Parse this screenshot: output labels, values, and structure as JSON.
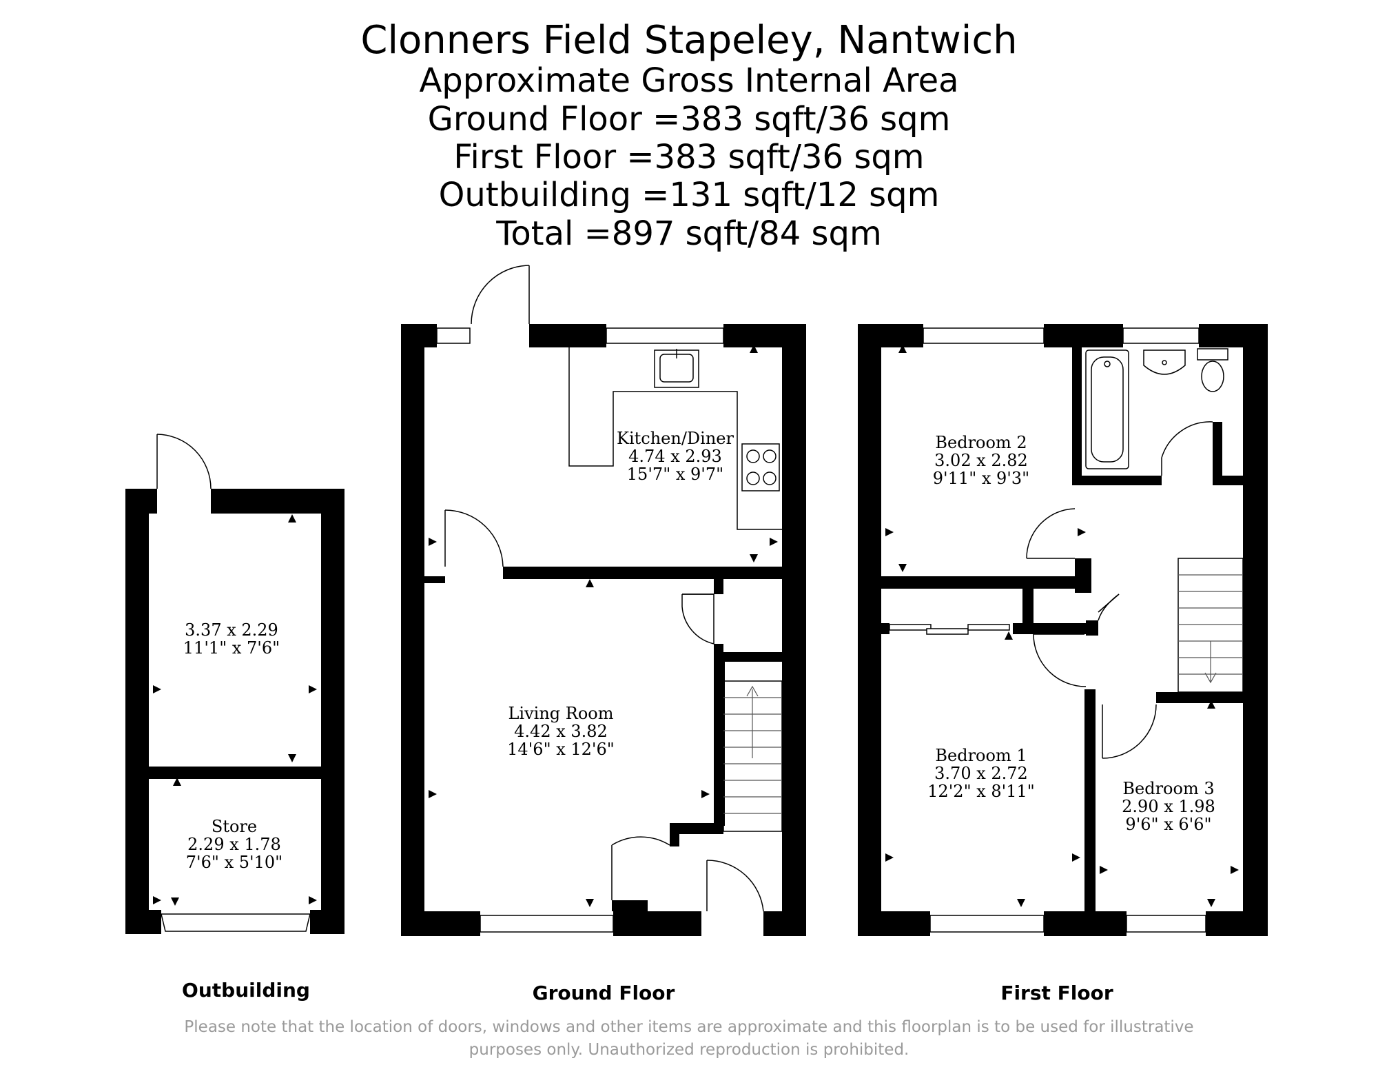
{
  "header": {
    "title": "Clonners Field Stapeley, Nantwich",
    "subtitle": "Approximate Gross Internal Area",
    "ground_floor_area": "Ground Floor =383 sqft/36 sqm",
    "first_floor_area": "First Floor =383 sqft/36 sqm",
    "outbuilding_area": "Outbuilding =131 sqft/12 sqm",
    "total_area": "Total =897 sqft/84 sqm"
  },
  "floors": {
    "outbuilding": {
      "caption": "Outbuilding",
      "main_room": {
        "metric": "3.37 x 2.29",
        "imperial": "11'1\" x 7'6\""
      },
      "store": {
        "name": "Store",
        "metric": "2.29 x 1.78",
        "imperial": "7'6\" x 5'10\""
      }
    },
    "ground": {
      "caption": "Ground Floor",
      "kitchen": {
        "name": "Kitchen/Diner",
        "metric": "4.74 x 2.93",
        "imperial": "15'7\" x 9'7\""
      },
      "living": {
        "name": "Living Room",
        "metric": "4.42 x 3.82",
        "imperial": "14'6\" x 12'6\""
      }
    },
    "first": {
      "caption": "First Floor",
      "bedroom2": {
        "name": "Bedroom 2",
        "metric": "3.02 x 2.82",
        "imperial": "9'11\" x 9'3\""
      },
      "bedroom1": {
        "name": "Bedroom 1",
        "metric": "3.70 x 2.72",
        "imperial": "12'2\" x 8'11\""
      },
      "bedroom3": {
        "name": "Bedroom 3",
        "metric": "2.90 x 1.98",
        "imperial": "9'6\" x 6'6\""
      }
    }
  },
  "footer": {
    "note_line1": "Please note that the location of doors, windows and other items are approximate and this floorplan is to be used for illustrative",
    "note_line2": "purposes only. Unauthorized reproduction is prohibited."
  }
}
